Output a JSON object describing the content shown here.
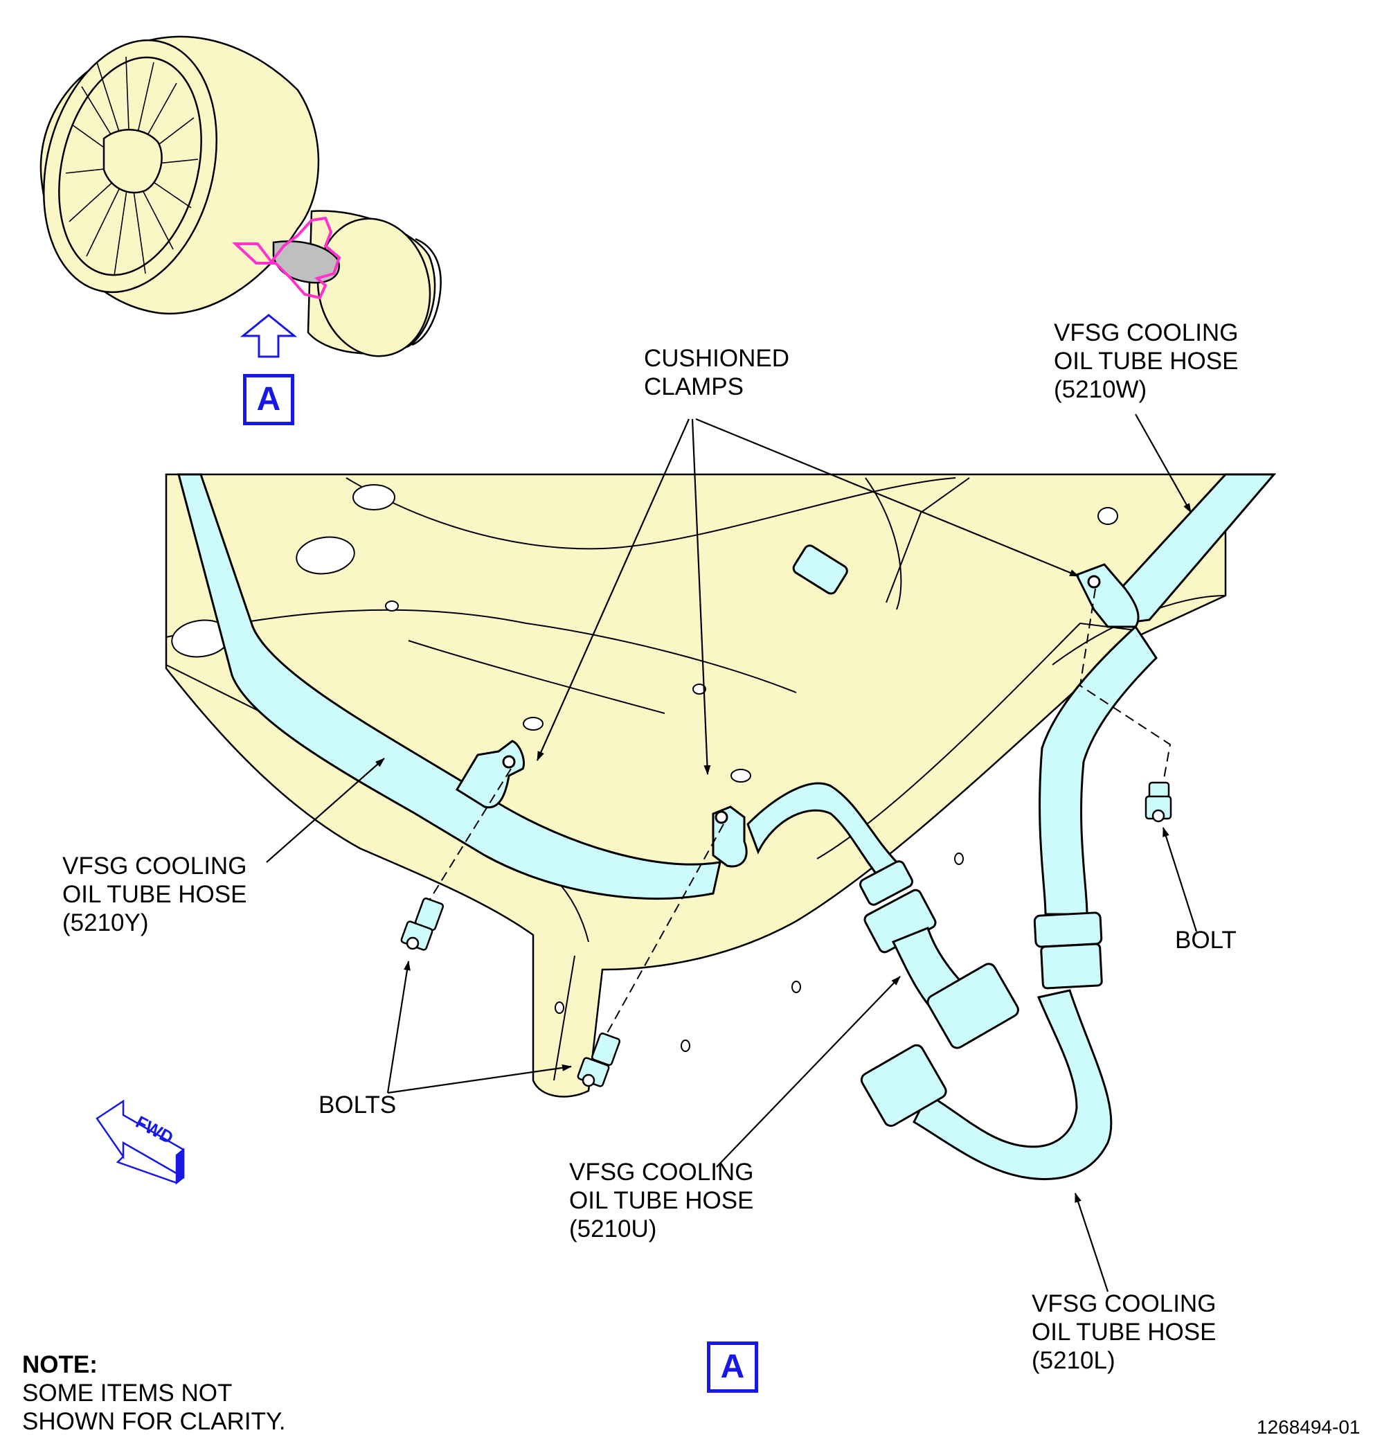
{
  "view_id": "A",
  "forward_marker": "FWD",
  "figure_number": "1268494-01",
  "note": {
    "title": "NOTE:",
    "lines": [
      "SOME ITEMS NOT",
      "SHOWN FOR CLARITY."
    ]
  },
  "callouts": {
    "cushioned_clamps": [
      "CUSHIONED",
      "CLAMPS"
    ],
    "hose_5210w": [
      "VFSG COOLING",
      "OIL TUBE HOSE",
      "(5210W)"
    ],
    "hose_5210y": [
      "VFSG COOLING",
      "OIL TUBE HOSE",
      "(5210Y)"
    ],
    "hose_5210u": [
      "VFSG COOLING",
      "OIL TUBE HOSE",
      "(5210U)"
    ],
    "hose_5210l": [
      "VFSG COOLING",
      "OIL TUBE HOSE",
      "(5210L)"
    ],
    "bolts": "BOLTS",
    "bolt": "BOLT"
  },
  "colors": {
    "structure_fill": "#fbf6c6",
    "hose_fill": "#cdfbfb",
    "highlight": "#ff33cc",
    "view_marker": "#1717e6",
    "line": "#000000"
  }
}
